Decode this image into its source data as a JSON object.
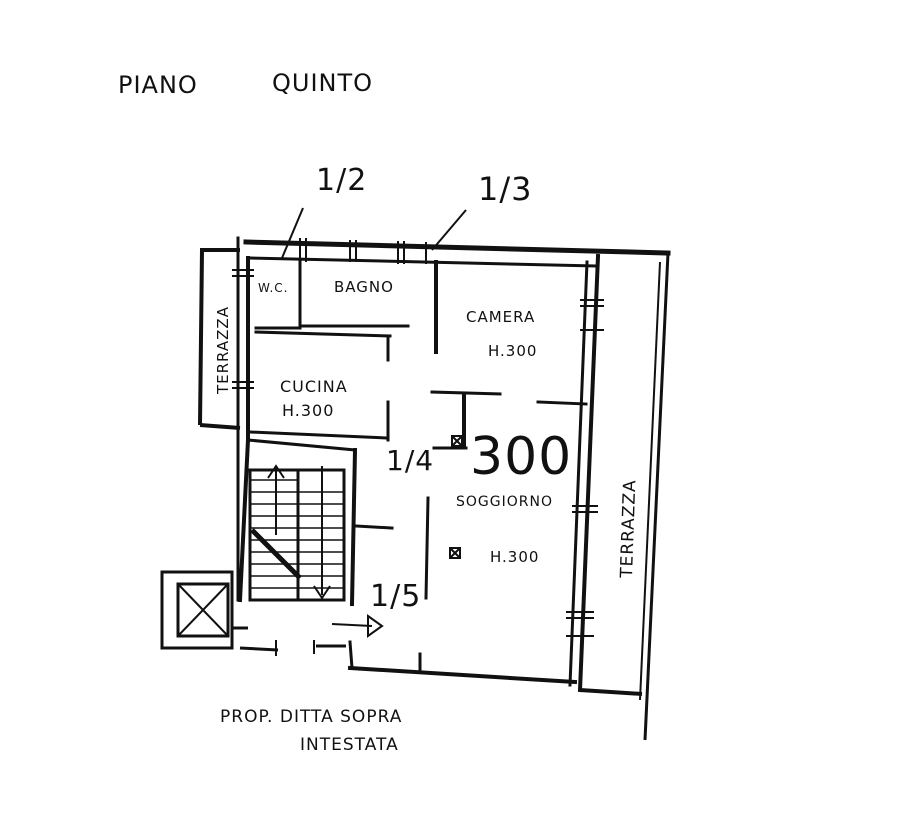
{
  "header": {
    "title_left": "PIANO",
    "title_right": "QUINTO"
  },
  "annotations": {
    "ref_1_2": "1/2",
    "ref_1_3": "1/3",
    "ref_1_4": "1/4",
    "ref_1_5": "1/5",
    "height_300": "300"
  },
  "rooms": {
    "wc": "W.C.",
    "bagno": "BAGNO",
    "camera": "CAMERA",
    "camera_h": "H.300",
    "cucina": "CUCINA",
    "cucina_h": "H.300",
    "soggiorno": "SOGGIORNO",
    "soggiorno_h": "H.300",
    "terrazza_left": "TERRAZZA",
    "terrazza_right": "TERRAZZA"
  },
  "footer": {
    "line1": "PROP. DITTA SOPRA",
    "line2": "INTESTATA"
  },
  "style": {
    "ink": "#111111",
    "paper": "#ffffff"
  }
}
